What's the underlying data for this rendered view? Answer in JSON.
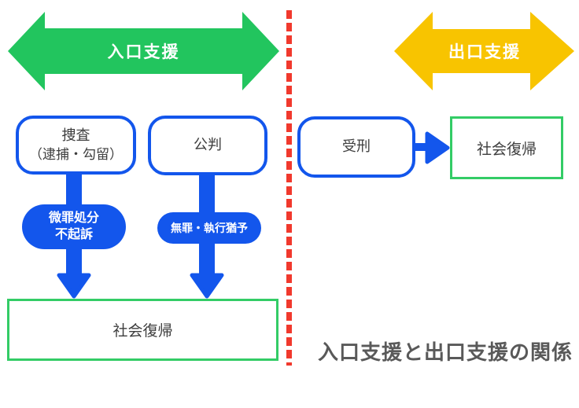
{
  "diagram": {
    "title": "入口支援と出口支援の関係",
    "entry_section": {
      "arrow_label": "入口支援",
      "stage_boxes": [
        {
          "line1": "捜査",
          "line2": "（逮捕・勾留）"
        },
        {
          "line1": "公判"
        }
      ],
      "outcome_pills": [
        {
          "line1": "微罪処分",
          "line2": "不起訴"
        },
        {
          "line1": "無罪・執行猶予"
        }
      ],
      "result_box": "社会復帰"
    },
    "exit_section": {
      "arrow_label": "出口支援",
      "stage_box": "受刑",
      "result_box": "社会復帰"
    },
    "colors": {
      "entry_arrow_green": "#22C55E",
      "exit_arrow_yellow": "#F8C400",
      "process_blue": "#1356EC",
      "divider_red": "#F1392D",
      "result_border_green": "#33CC66",
      "title_gray": "#595959"
    }
  }
}
